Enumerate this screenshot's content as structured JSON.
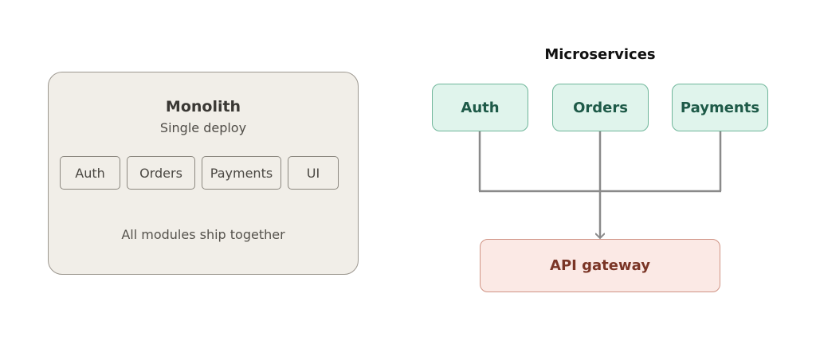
{
  "monolith": {
    "title": "Monolith",
    "subtitle": "Single deploy",
    "modules": [
      "Auth",
      "Orders",
      "Payments",
      "UI"
    ],
    "footer": "All modules ship together"
  },
  "microservices": {
    "title": "Microservices",
    "services": [
      "Auth",
      "Orders",
      "Payments"
    ],
    "gateway": "API gateway"
  },
  "colors": {
    "monolith_fill": "#f1eee8",
    "service_fill": "#e0f4ec",
    "service_text": "#1e5a48",
    "gateway_fill": "#fbe9e5",
    "gateway_text": "#7a3526",
    "connector": "#8a8a8a"
  }
}
